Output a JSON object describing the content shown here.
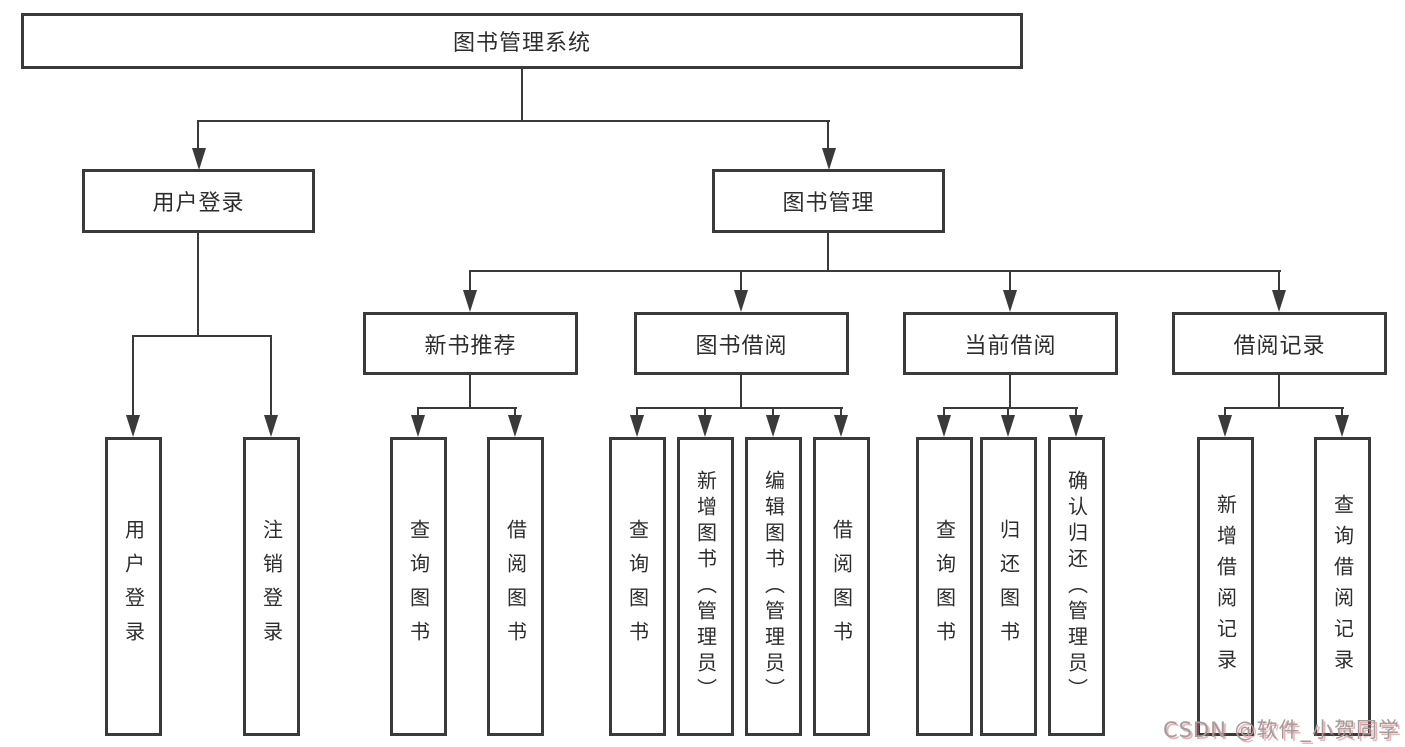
{
  "tree": {
    "root": {
      "label": "图书管理系统"
    },
    "branches": [
      {
        "label": "用户登录",
        "children": [
          {
            "label": "用户登录"
          },
          {
            "label": "注销登录"
          }
        ]
      },
      {
        "label": "图书管理",
        "sections": [
          {
            "label": "新书推荐",
            "children": [
              {
                "label": "查询图书"
              },
              {
                "label": "借阅图书"
              }
            ]
          },
          {
            "label": "图书借阅",
            "children": [
              {
                "label": "查询图书"
              },
              {
                "label": "新增图书（管理员）"
              },
              {
                "label": "编辑图书（管理员）"
              },
              {
                "label": "借阅图书"
              }
            ]
          },
          {
            "label": "当前借阅",
            "children": [
              {
                "label": "查询图书"
              },
              {
                "label": "归还图书"
              },
              {
                "label": "确认归还（管理员）"
              }
            ]
          },
          {
            "label": "借阅记录",
            "children": [
              {
                "label": "新增借阅记录"
              },
              {
                "label": "查询借阅记录"
              }
            ]
          }
        ]
      }
    ]
  },
  "watermark": {
    "text": "CSDN @软件_小贺同学"
  },
  "colors": {
    "line": "#3a3a3a",
    "text": "#2d2d2d",
    "background": "#ffffff",
    "watermark_gray": "#9e9e9e",
    "watermark_red": "#e95353"
  }
}
